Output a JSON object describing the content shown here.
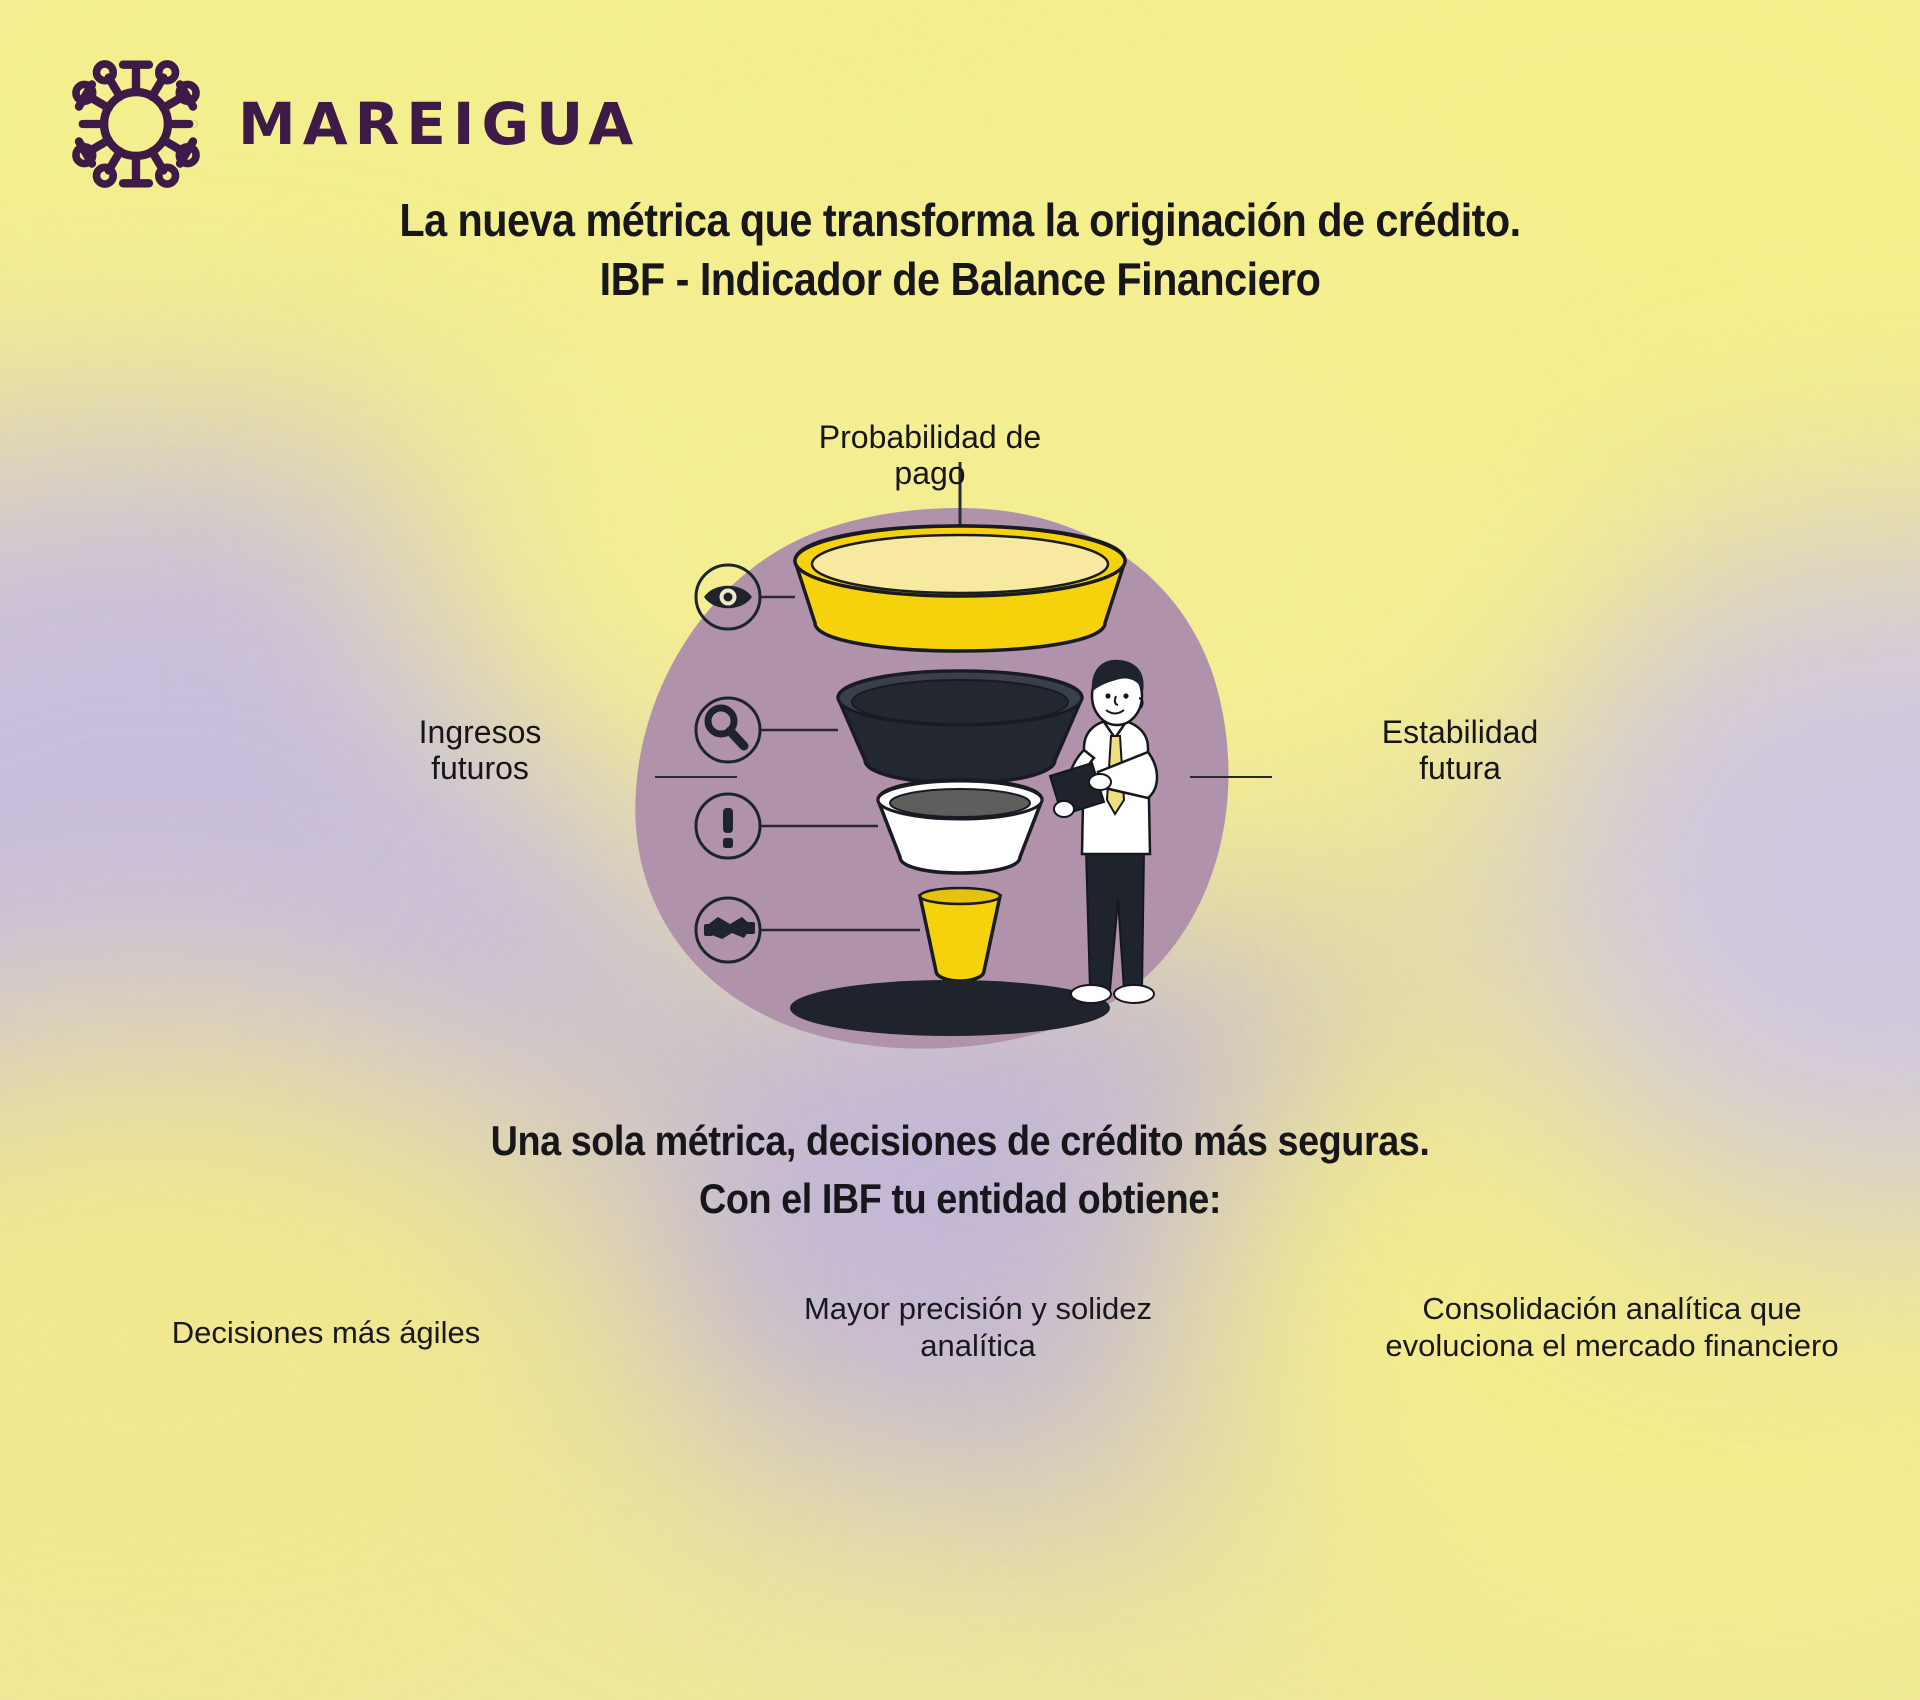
{
  "brand": {
    "name": "MAREIGUA",
    "logo_icon": "sun-emblem-icon",
    "logo_color": "#3d1a47"
  },
  "headline": {
    "line1": "La nueva métrica que transforma la originación de crédito.",
    "line2": "IBF - Indicador de Balance Financiero"
  },
  "diagram": {
    "label_top": "Probabilidad de\npago",
    "label_left": "Ingresos\nfuturos",
    "label_right": "Estabilidad\nfutura",
    "icons": [
      {
        "name": "eye-icon",
        "label": "eye"
      },
      {
        "name": "magnifier-icon",
        "label": "magnifying-glass"
      },
      {
        "name": "alert-icon",
        "label": "exclamation"
      },
      {
        "name": "handshake-icon",
        "label": "handshake"
      }
    ],
    "layers": [
      {
        "name": "funnel-layer-top",
        "color": "#f5d20c"
      },
      {
        "name": "funnel-layer-second",
        "color": "#23272f"
      },
      {
        "name": "funnel-layer-third",
        "color": "#ffffff"
      },
      {
        "name": "funnel-layer-bottom",
        "color": "#f5d20c"
      }
    ],
    "blob_color": "#b093ab",
    "person": "businessman-with-tablet"
  },
  "midcopy": {
    "line1": "Una sola métrica, decisiones de crédito más seguras.",
    "line2": "Con el IBF tu entidad obtiene:"
  },
  "benefits": [
    "Decisiones más ágiles",
    "Mayor precisión y solidez\nanalítica",
    "Consolidación analítica que\nevoluciona el mercado financiero"
  ],
  "colors": {
    "brand_purple": "#3d1a47",
    "accent_yellow": "#f5d20c",
    "bg_yellow": "#f2ea94",
    "bg_lavender": "#cbc3de",
    "ink": "#17171b"
  }
}
